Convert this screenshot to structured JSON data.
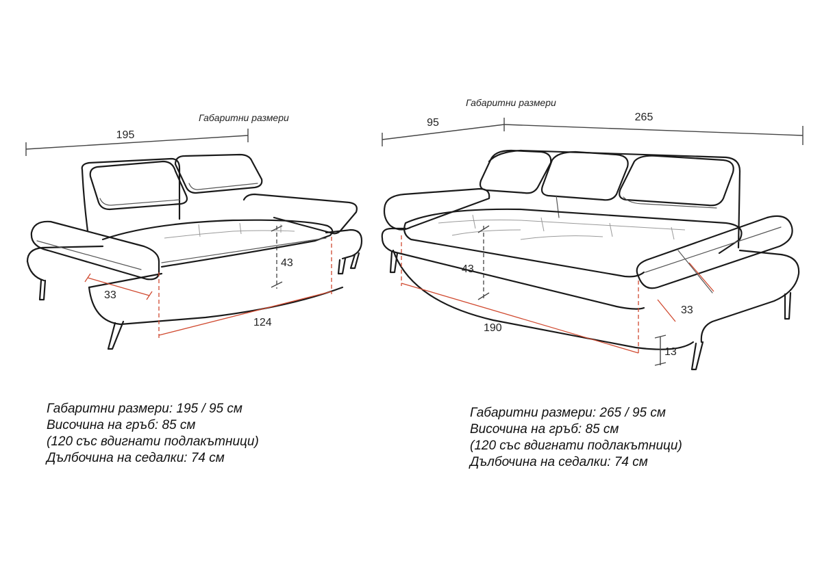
{
  "left_sofa": {
    "caption": "Габаритни размери",
    "dims": {
      "width": "195",
      "seat_height": "43",
      "armrest": "33",
      "seat_width": "124"
    },
    "specs": [
      "Габаритни размери: 195 / 95 см",
      "Височина на гръб: 85 см",
      "(120 със вдигнати подлакътници)",
      "Дълбочина на седалки: 74 см"
    ]
  },
  "right_sofa": {
    "caption": "Габаритни размери",
    "dims": {
      "depth": "95",
      "width": "265",
      "seat_height": "43",
      "seat_width": "190",
      "armrest": "33",
      "leg_height": "13"
    },
    "specs": [
      "Габаритни размери: 265 / 95 см",
      "Височина на гръб: 85 см",
      "(120 със вдигнати подлакътници)",
      "Дълбочина на седалки: 74 см"
    ]
  },
  "colors": {
    "outline": "#1a1a1a",
    "dimension_red": "#d0492f"
  }
}
